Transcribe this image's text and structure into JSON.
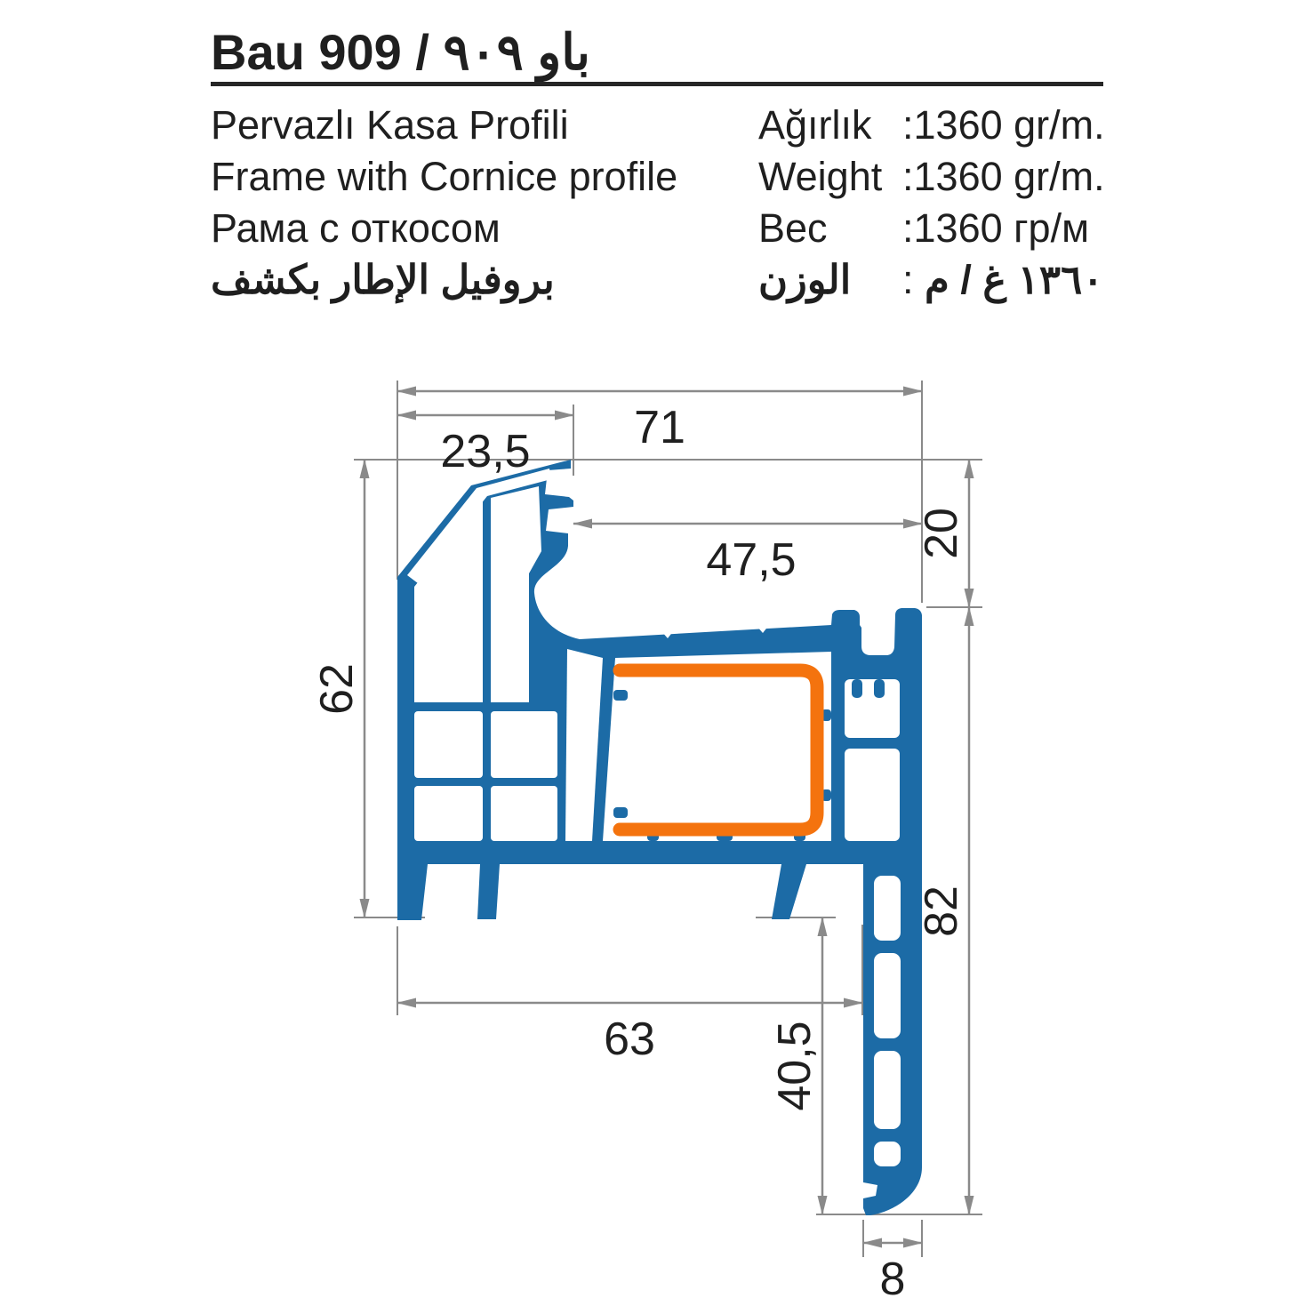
{
  "header": {
    "title": {
      "latin": "Bau 909 / ",
      "arabic": "باو ٩٠٩"
    },
    "product_names": {
      "tr": "Pervazlı Kasa Profili",
      "en": "Frame with Cornice profile",
      "ru": "Рама с откосом",
      "ar": "بروفيل الإطار بكشف"
    },
    "weight_table": {
      "colon": ":",
      "rows": [
        {
          "label": "Ağırlık",
          "value": "1360 gr/m."
        },
        {
          "label": "Weight",
          "value": "1360 gr/m."
        },
        {
          "label": "Вес",
          "value": "1360 гр/м"
        },
        {
          "label": "الوزن",
          "value": "١٣٦٠ غ / م"
        }
      ]
    }
  },
  "drawing": {
    "type": "technical-cross-section",
    "units": "mm",
    "dimensions": {
      "total_width": "71",
      "cornice_top_width": "23,5",
      "frame_top_width": "47,5",
      "rebate_height": "20",
      "cornice_height": "62",
      "frame_bottom_width": "63",
      "leg_height": "82",
      "leg_lower_height": "40,5",
      "leg_thickness": "8"
    },
    "colors": {
      "profile": "#1c6ba6",
      "reinforcement": "#f4730e",
      "dim": "#8a8a8a",
      "text": "#1f1f1f"
    }
  }
}
